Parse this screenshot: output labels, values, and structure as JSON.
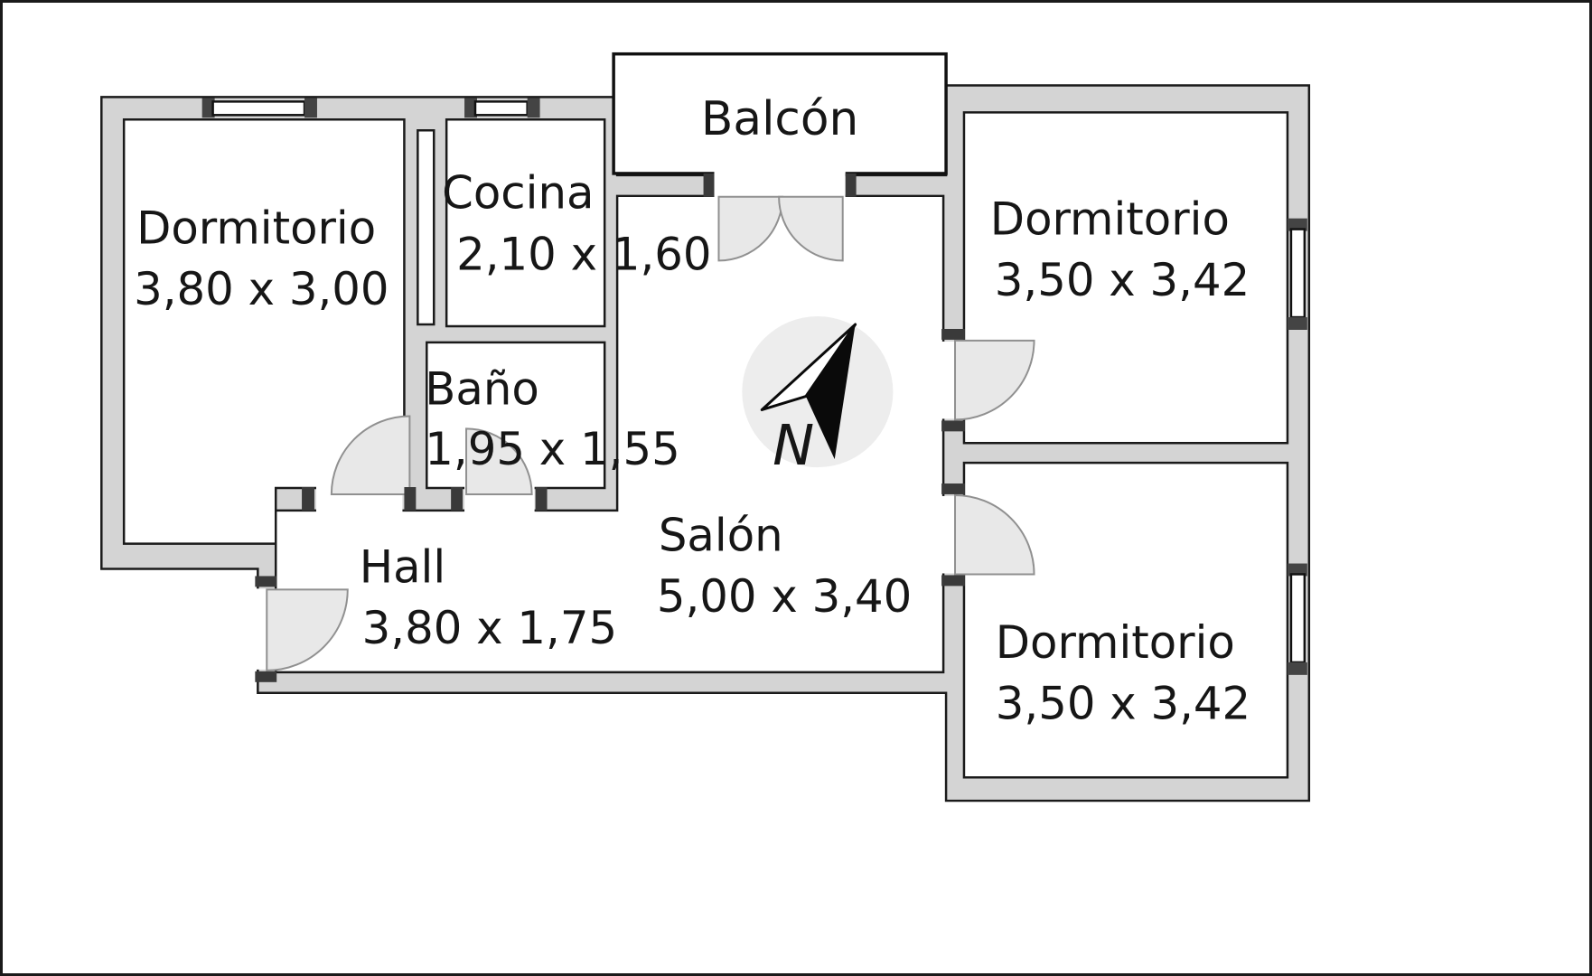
{
  "plan": {
    "rooms": [
      {
        "id": "dormitorio-left",
        "name": "Dormitorio",
        "dims": "3,80 x 3,00"
      },
      {
        "id": "cocina",
        "name": "Cocina",
        "dims": "2,10 x 1,60"
      },
      {
        "id": "bano",
        "name": "Baño",
        "dims": "1,95 x 1,55"
      },
      {
        "id": "hall",
        "name": "Hall",
        "dims": "3,80 x 1,75"
      },
      {
        "id": "salon",
        "name": "Salón",
        "dims": "5,00 x 3,40"
      },
      {
        "id": "balcon",
        "name": "Balcón",
        "dims": ""
      },
      {
        "id": "dormitorio-right-top",
        "name": "Dormitorio",
        "dims": "3,50 x 3,42"
      },
      {
        "id": "dormitorio-right-bottom",
        "name": "Dormitorio",
        "dims": "3,50 x 3,42"
      }
    ],
    "compass": {
      "north_label": "N"
    },
    "colors": {
      "wall_fill": "#d4d4d4",
      "wall_stroke": "#1a1a1a",
      "door_fill": "#e8e8e8",
      "door_stroke": "#909090",
      "compass_fill": "#ededed",
      "text": "#161616",
      "background": "#ffffff"
    }
  }
}
